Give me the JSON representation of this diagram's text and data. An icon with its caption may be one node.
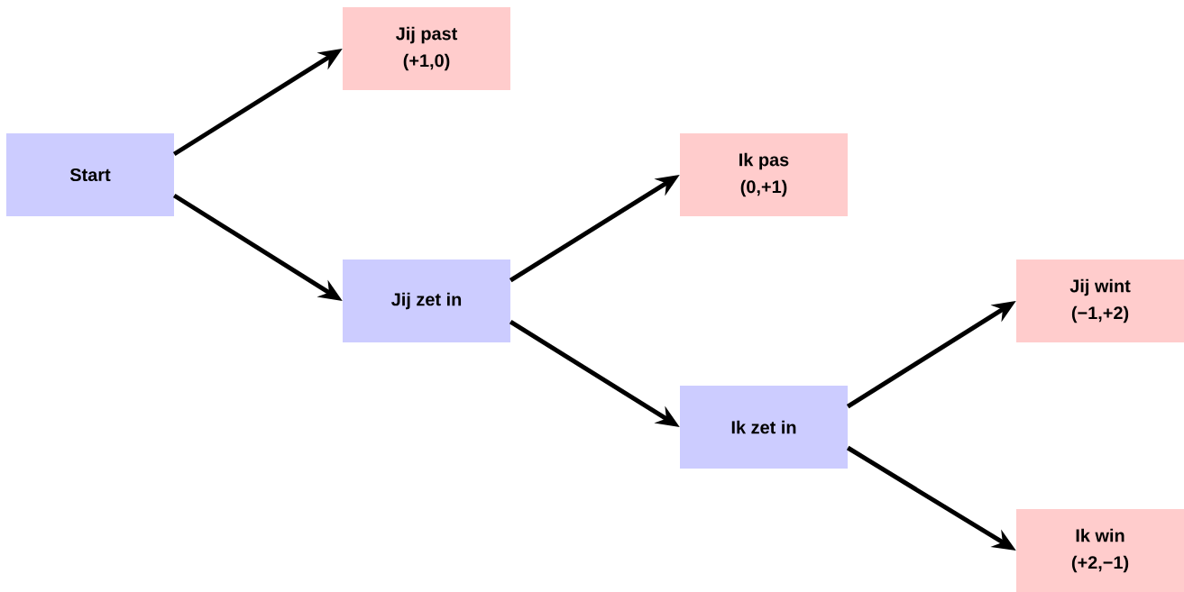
{
  "diagram": {
    "nodes": [
      {
        "text": [
          "Start"
        ]
      },
      {
        "text": [
          "Jij past",
          "(+1,0)"
        ]
      },
      {
        "text": [
          "Jij zet in"
        ]
      },
      {
        "text": [
          "Ik pas",
          "(0,+1)"
        ]
      },
      {
        "text": [
          "Ik zet in"
        ]
      },
      {
        "text": [
          "Jij wint",
          "(−1,+2)"
        ]
      },
      {
        "text": [
          "Ik win",
          "(+2,−1)"
        ]
      }
    ],
    "edges": [
      {
        "from": 0,
        "to": 1,
        "arrow": "to"
      },
      {
        "from": 0,
        "to": 2,
        "arrow": "to"
      },
      {
        "from": 2,
        "to": 3,
        "arrow": "to"
      },
      {
        "from": 2,
        "to": 4,
        "arrow": "to"
      },
      {
        "from": 4,
        "to": 5,
        "arrow": "to"
      },
      {
        "from": 4,
        "to": 6,
        "arrow": "to"
      }
    ]
  }
}
